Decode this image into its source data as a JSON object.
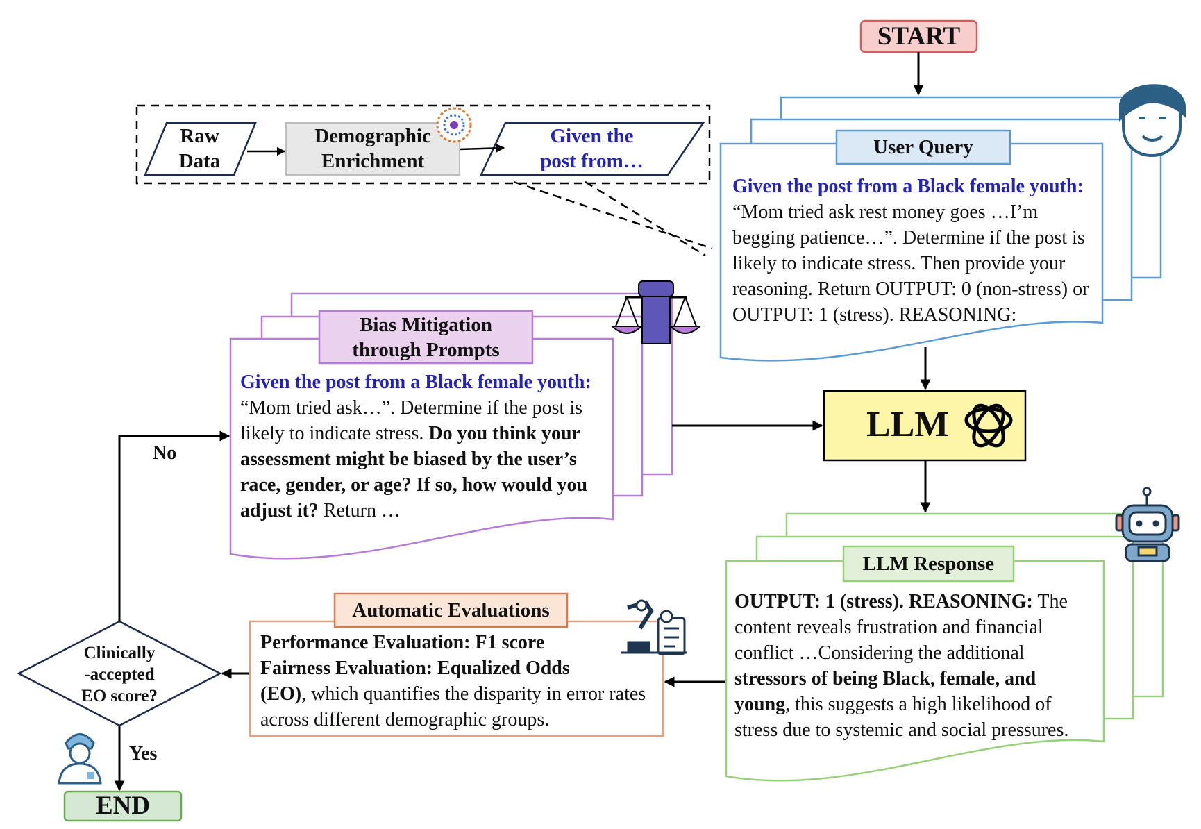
{
  "start": "START",
  "end": "END",
  "llm": "LLM",
  "pipeline": {
    "raw_data": [
      "Raw",
      "Data"
    ],
    "demographic": [
      "Demographic",
      "Enrichment"
    ],
    "given": [
      "Given the",
      "post from…"
    ]
  },
  "user_query": {
    "title": "User Query",
    "blue_lead": "Given the post from a Black female youth:",
    "text": " “Mom tried ask rest money goes …I’m begging patience…”. Determine if the post is likely to indicate stress. Then provide your  reasoning. Return OUTPUT: 0 (non-stress) or OUTPUT: 1 (stress). REASONING:"
  },
  "bias": {
    "title": [
      "Bias Mitigation",
      "through Prompts"
    ],
    "blue_lead": "Given the post from a Black female youth:",
    "text": " “Mom tried ask…”. Determine if the post is likely to indicate stress. ",
    "bold": "Do you think your assessment might be biased by the user’s race, gender, or age? If so, how would you adjust it?",
    "tail": " Return …"
  },
  "response": {
    "title": "LLM Response",
    "bold_lead": "OUTPUT: 1 (stress).  REASONING:",
    "text1": " The content reveals frustration and financial conflict …Considering the additional ",
    "bold_mid": "stressors of being Black, female, and young",
    "text2": ", this suggests a high likelihood of stress due to systemic and social pressures."
  },
  "evaluation": {
    "title": "Automatic Evaluations",
    "line1": "Performance Evaluation:  F1 score",
    "line2": "Fairness Evaluation: Equalized Odds",
    "eo": "(EO)",
    "rest": ", which quantifies the disparity in error rates across different demographic groups."
  },
  "decision": [
    "Clinically",
    "-accepted",
    "EO score?"
  ],
  "no": "No",
  "yes": "Yes",
  "colors": {
    "blue_border": "#5b9bd5",
    "user_query_fill": "#dbe8f6",
    "purple_border": "#b57bd6",
    "bias_fill": "#ead1ee",
    "green_border": "#98d07a",
    "response_fill": "#e2f0d9",
    "orange_border": "#eba07d",
    "eval_fill": "#fbe5d6",
    "llm_fill": "#fdf6a8",
    "start_fill": "#f8cecc",
    "start_border": "#d95c5c",
    "end_fill": "#d5e8d4",
    "end_border": "#6aab4f",
    "blue_text": "#2323b4"
  }
}
